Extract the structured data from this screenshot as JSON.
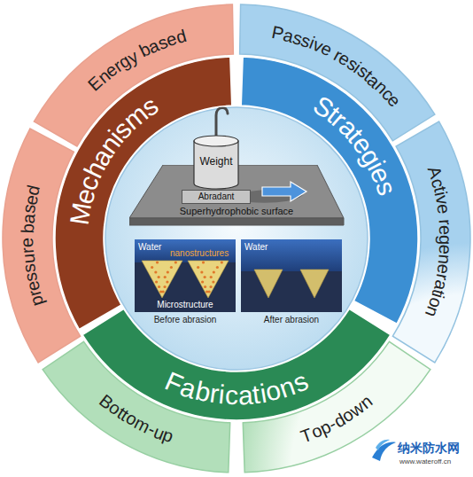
{
  "diagram": {
    "nodes": [
      {
        "text": [
          "Mechanisms"
        ]
      },
      {
        "text": [
          "Energy based"
        ]
      },
      {
        "text": [
          "pressure based"
        ]
      },
      {
        "text": [
          "Strategies"
        ]
      },
      {
        "text": [
          "Passive resistance"
        ]
      },
      {
        "text": [
          "Active regeneration"
        ]
      },
      {
        "text": [
          "Fabrications"
        ]
      },
      {
        "text": [
          "Bottom-up"
        ]
      },
      {
        "text": [
          "Top-down"
        ]
      },
      {
        "text": [
          "Weight"
        ]
      },
      {
        "text": [
          "Abradant"
        ]
      },
      {
        "text": [
          "Superhydrophobic surface"
        ]
      },
      {
        "text": [
          "Water",
          "nanostructures",
          "Microstructure",
          "Before abrasion"
        ]
      },
      {
        "text": [
          "Water",
          "After abrasion"
        ]
      }
    ],
    "labels": [
      "纳米防水网",
      "www.wateroff.cn"
    ]
  }
}
